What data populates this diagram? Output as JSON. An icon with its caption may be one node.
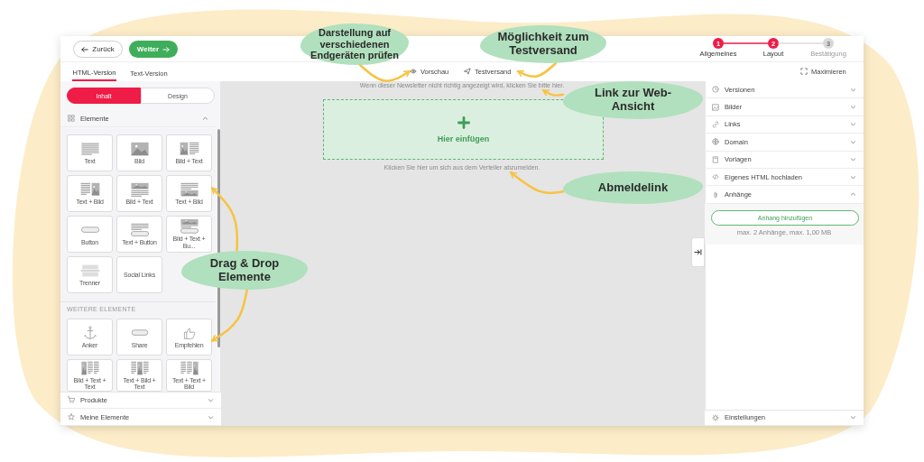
{
  "diagram": {
    "nodes": [
      {
        "text": [
          "Darstellung auf verschiedenen Endgeräten prüfen"
        ]
      },
      {
        "text": [
          "Möglichkeit zum Testversand"
        ]
      },
      {
        "text": [
          "Vorschau"
        ]
      },
      {
        "text": [
          "Testversand"
        ]
      },
      {
        "text": [
          "Link zur Web-Ansicht"
        ]
      },
      {
        "text": [
          "Wenn dieser Newsletter nicht richtig angezeigt wird, klicken Sie bitte hier."
        ]
      },
      {
        "text": [
          "Hier einfügen"
        ]
      },
      {
        "text": [
          "Abmeldelink"
        ]
      },
      {
        "text": [
          "Klicken Sie hier um sich aus dem Verteiler abzumelden."
        ]
      },
      {
        "text": [
          "Drag & Drop Elemente"
        ]
      },
      {
        "text": [
          "Text"
        ]
      },
      {
        "text": [
          "Bild"
        ]
      },
      {
        "text": [
          "Bild + Text"
        ]
      },
      {
        "text": [
          "Text + Bild"
        ]
      },
      {
        "text": [
          "Bild + Text"
        ]
      },
      {
        "text": [
          "Text + Bild"
        ]
      },
      {
        "text": [
          "Button"
        ]
      },
      {
        "text": [
          "Text + Button"
        ]
      },
      {
        "text": [
          "Bild + Text + Bu..."
        ]
      },
      {
        "text": [
          "Trenner"
        ]
      },
      {
        "text": [
          "Social Links"
        ]
      },
      {
        "text": [
          "Anker"
        ]
      },
      {
        "text": [
          "Share"
        ]
      },
      {
        "text": [
          "Empfehlen"
        ]
      },
      {
        "text": [
          "Bild + Text + Text"
        ]
      },
      {
        "text": [
          "Text + Bild + Text"
        ]
      },
      {
        "text": [
          "Text + Text + Bild"
        ]
      },
      {
        "text": [
          "Maximieren"
        ]
      },
      {
        "text": [
          "1"
        ],
        "beside": [
          "Allgemeines"
        ]
      },
      {
        "text": [
          "2"
        ],
        "beside": [
          "Layout"
        ]
      },
      {
        "text": [
          "3"
        ],
        "beside": [
          "Bestätigung"
        ]
      }
    ],
    "edges": [
      {
        "from": 0,
        "to": 2,
        "arrow": "to"
      },
      {
        "from": 1,
        "to": 3,
        "arrow": "to"
      },
      {
        "from": 4,
        "to": 5,
        "arrow": "to"
      },
      {
        "from": 7,
        "to": 8,
        "arrow": "to"
      },
      {
        "from": 9,
        "to": 15,
        "arrow": "to"
      },
      {
        "from": 9,
        "to": 23,
        "arrow": "to"
      },
      {
        "from": 28,
        "to": 29,
        "arrow": "none",
        "color": "#ee1c47"
      },
      {
        "from": 29,
        "to": 30,
        "arrow": "none",
        "color": "#dddddd"
      }
    ],
    "labels": [
      "Zurück",
      "Weiter",
      "HTML-Version",
      "Text-Version",
      "Inhalt",
      "Design",
      "Elemente",
      "WEITERE ELEMENTE",
      "Produkte",
      "Meine Elemente",
      "Versionen",
      "Bilder",
      "Links",
      "Domain",
      "Vorlagen",
      "Eigenes HTML hochladen",
      "Anhänge",
      "Anhang hinzufügen",
      "max. 2 Anhänge, max. 1,00 MB",
      "Einstellungen"
    ]
  }
}
